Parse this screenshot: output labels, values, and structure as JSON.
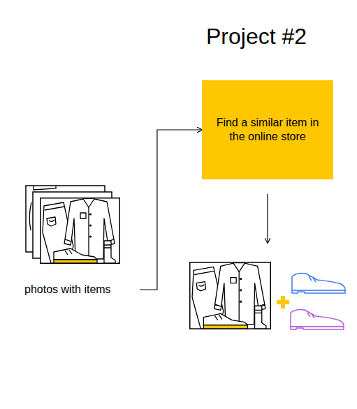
{
  "diagram": {
    "title": "Project #2",
    "nodes": [
      {
        "text": [
          "photos with items"
        ]
      },
      {
        "text": [
          "Find a similar item in the online store"
        ]
      }
    ],
    "edges": [
      {
        "from": 0,
        "to": 1,
        "arrow": "to"
      }
    ]
  }
}
